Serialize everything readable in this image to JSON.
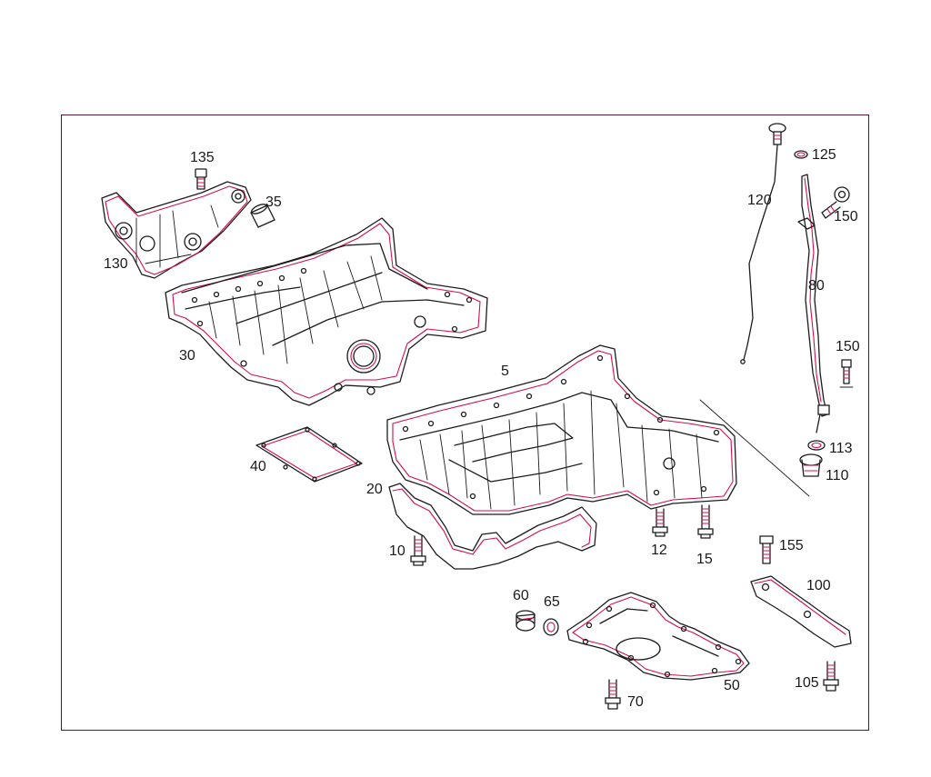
{
  "callouts": {
    "p5": "5",
    "p10": "10",
    "p12": "12",
    "p15": "15",
    "p20": "20",
    "p30": "30",
    "p35": "35",
    "p40": "40",
    "p50": "50",
    "p60": "60",
    "p65": "65",
    "p70": "70",
    "p80": "80",
    "p100": "100",
    "p105": "105",
    "p110": "110",
    "p113": "113",
    "p120": "120",
    "p125": "125",
    "p130": "130",
    "p135": "135",
    "p150a": "150",
    "p150b": "150",
    "p155": "155"
  },
  "colors": {
    "outline": "#1c1c1c",
    "highlight": "#d0104a",
    "frame": "#5a1530",
    "background": "#ffffff"
  }
}
